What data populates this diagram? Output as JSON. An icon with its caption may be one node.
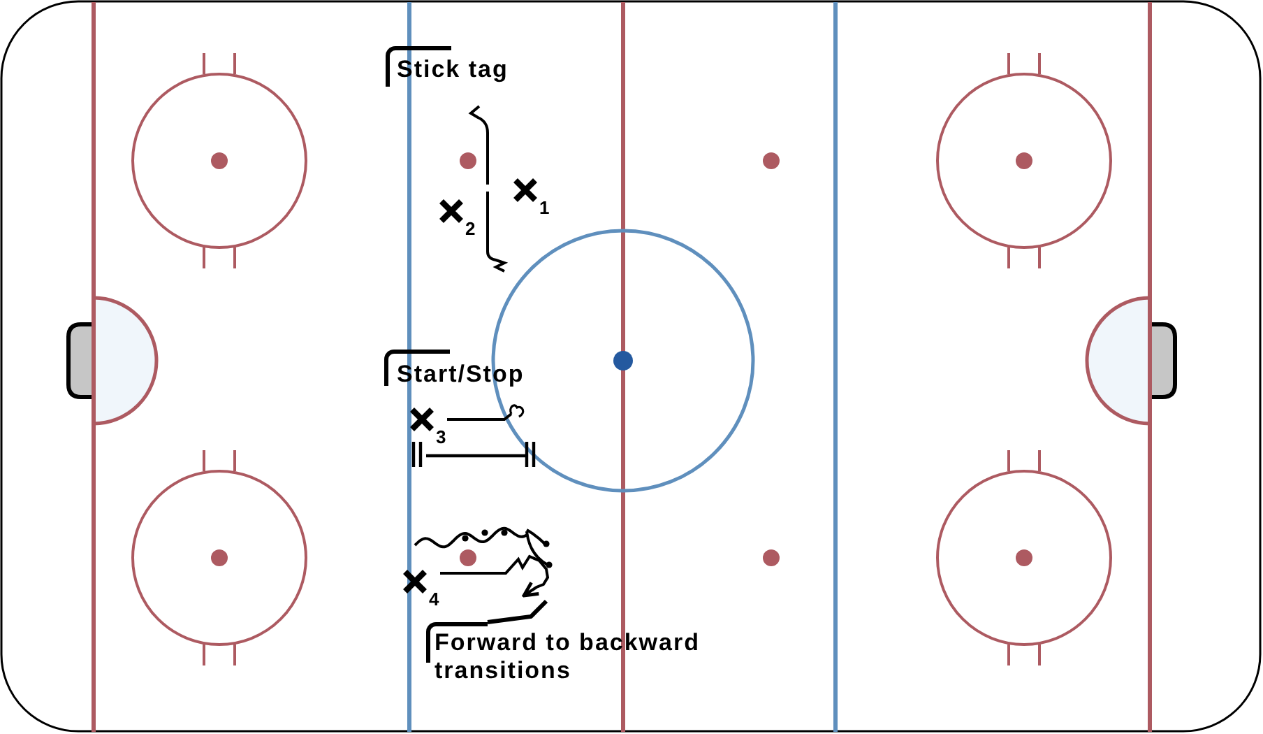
{
  "diagram": {
    "nodes": [
      {
        "text": [
          "1"
        ]
      },
      {
        "text": [
          "2"
        ]
      },
      {
        "text": [
          "3"
        ]
      },
      {
        "text": [
          "4"
        ]
      }
    ],
    "edges": [
      {
        "from": 2,
        "to": null,
        "arrow": "other"
      },
      {
        "from": 3,
        "to": null,
        "arrow": "to"
      }
    ],
    "labels": [
      "Stick tag",
      "Start/Stop",
      "Forward to backward transitions"
    ]
  }
}
